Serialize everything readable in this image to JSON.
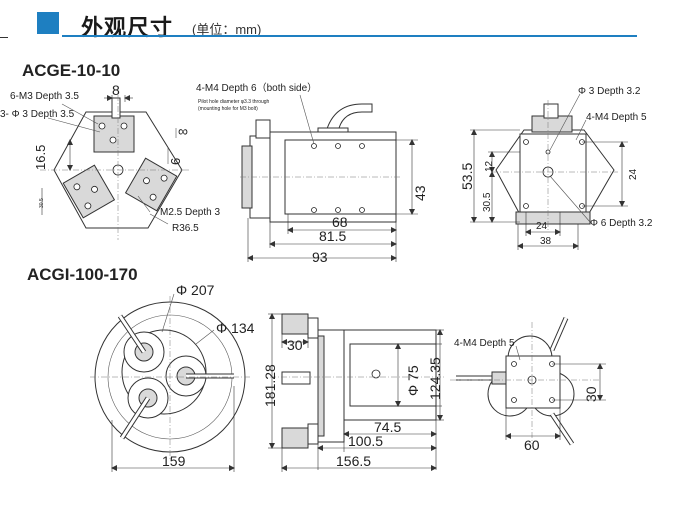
{
  "header": {
    "title": "外观尺寸",
    "unit": "(单位：mm)"
  },
  "colors": {
    "accent": "#1e7fc1"
  },
  "sections": {
    "acge": {
      "title": "ACGE-10-10",
      "front": {
        "m3_label": "6-M3 Depth 3.5",
        "phi3_label": "3- Φ 3 Depth 3.5",
        "dim_8": "8",
        "dim_inf": "∞",
        "dim_6": "6",
        "dim_16_5": "16.5",
        "dim_30_5": "30.5",
        "m25_label": "M2.5 Depth 3",
        "r_label": "R36.5"
      },
      "side": {
        "m4_label": "4-M4 Depth 6（both side）",
        "pilot_note_1": "Pilot hole diameter φ3.3 through",
        "pilot_note_2": "(mounting hole for M3 bolt)",
        "dim_43": "43",
        "dim_68": "68",
        "dim_81_5": "81.5",
        "dim_93": "93"
      },
      "back": {
        "phi3_label": "Φ 3 Depth 3.2",
        "m4_label": "4-M4 Depth 5",
        "dim_53_5": "53.5",
        "dim_12": "12",
        "dim_30_5": "30.5",
        "dim_24v": "24",
        "dim_24h": "24",
        "dim_38": "38",
        "phi6_label": "Φ 6 Depth 3.2"
      }
    },
    "acgi": {
      "title": "ACGI-100-170",
      "front": {
        "dia_207": "Φ 207",
        "dia_134": "Φ 134",
        "dim_159": "159"
      },
      "side": {
        "dim_30": "30",
        "dim_181_28": "181.28",
        "dia_75": "Φ 75",
        "dim_124_35": "124.35",
        "dim_74_5": "74.5",
        "dim_100_5": "100.5",
        "dim_156_5": "156.5"
      },
      "back": {
        "m4_label": "4-M4 Depth 5",
        "dim_30": "30",
        "dim_60": "60"
      }
    }
  }
}
